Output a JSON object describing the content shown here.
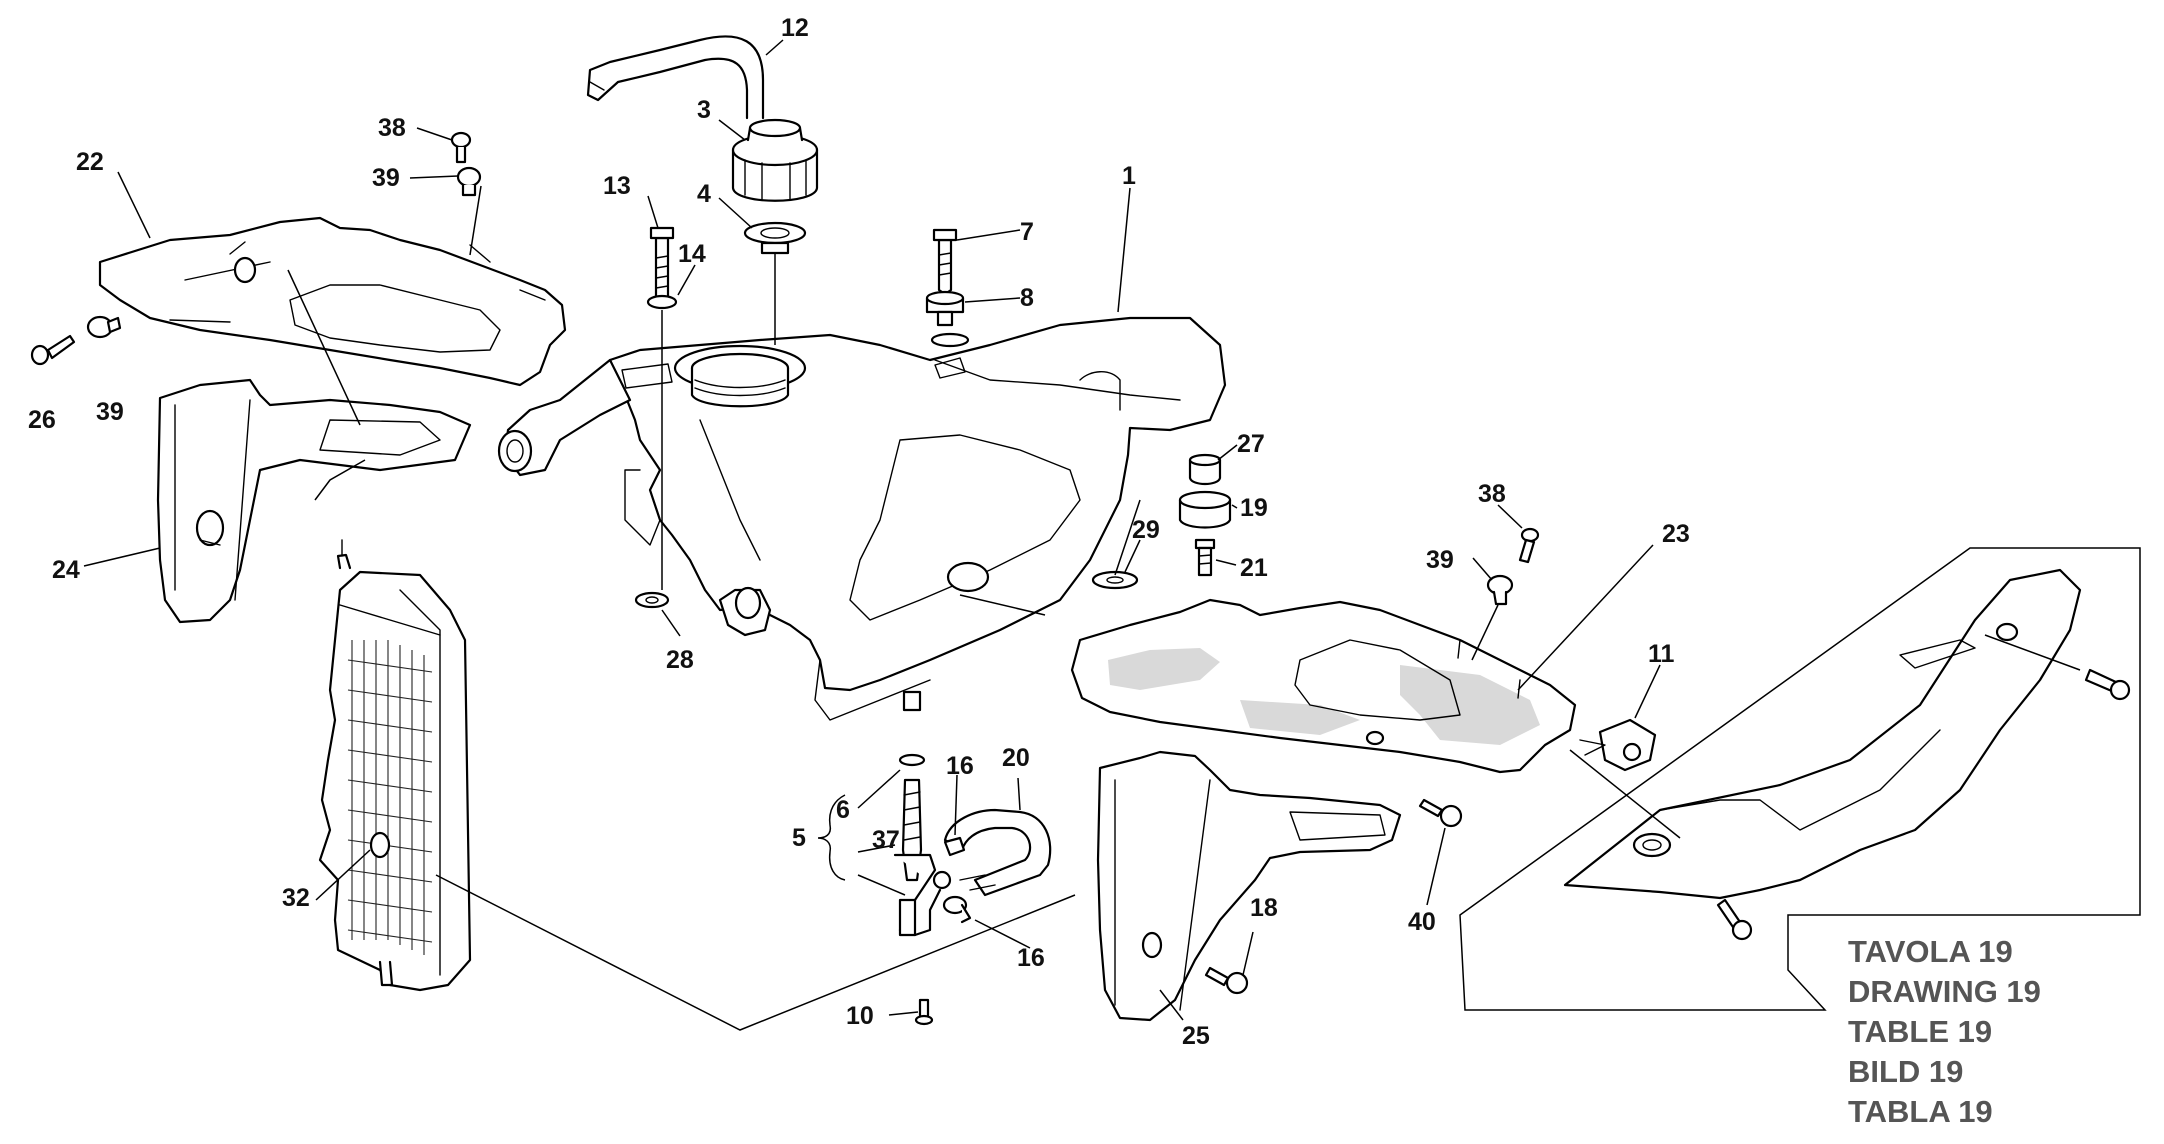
{
  "callouts": {
    "c1": "1",
    "c3": "3",
    "c4": "4",
    "c5": "5",
    "c6": "6",
    "c7": "7",
    "c8": "8",
    "c10": "10",
    "c11": "11",
    "c12": "12",
    "c13": "13",
    "c14": "14",
    "c16a": "16",
    "c16b": "16",
    "c18": "18",
    "c19": "19",
    "c20": "20",
    "c21": "21",
    "c22": "22",
    "c23": "23",
    "c24": "24",
    "c25": "25",
    "c26": "26",
    "c27": "27",
    "c28": "28",
    "c29": "29",
    "c32": "32",
    "c37": "37",
    "c38a": "38",
    "c38b": "38",
    "c39a": "39",
    "c39b": "39",
    "c39c": "39",
    "c40": "40"
  },
  "sheet_labels": [
    "TAVOLA 19",
    "DRAWING 19",
    "TABLE 19",
    "BILD 19",
    "TABLA 19"
  ]
}
